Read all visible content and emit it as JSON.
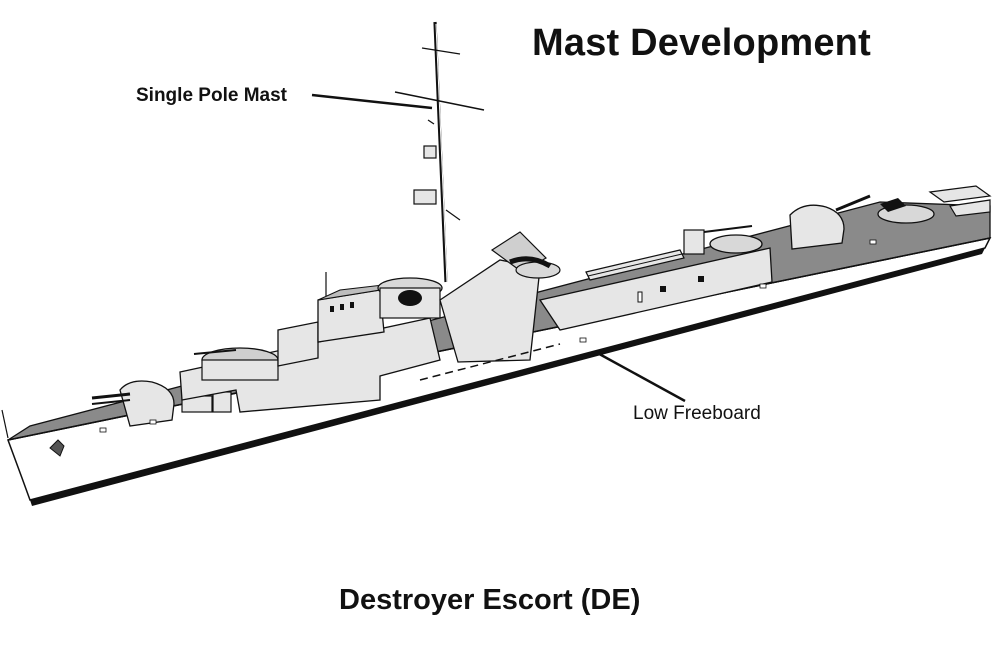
{
  "diagram": {
    "title": "Mast Development",
    "caption": "Destroyer Escort (DE)",
    "callouts": {
      "mast": "Single Pole Mast",
      "freeboard": "Low Freeboard"
    },
    "colors": {
      "ink": "#111111",
      "deck": "#8a8a8a",
      "hull": "#ffffff",
      "superstructure": "#e6e6e6",
      "shadow": "#9a9a9a"
    }
  }
}
